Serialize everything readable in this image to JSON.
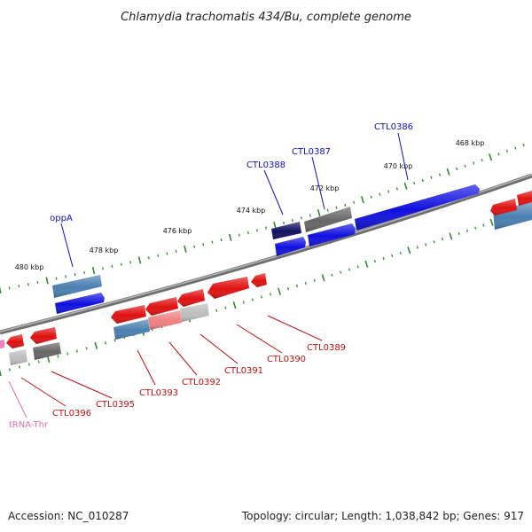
{
  "title": "Chlamydia trachomatis 434/Bu, complete genome",
  "footer": {
    "accession": "Accession: NC_010287",
    "summary": "Topology: circular; Length: 1,038,842 bp; Genes: 917"
  },
  "colors": {
    "backbone": "#8a8a8a",
    "tick": "#2e8b2e",
    "forward_cds": "#1010e0",
    "reverse_cds": "#e01010",
    "steelblue_feature": "#4a7fb0",
    "gray_feature": "#666666",
    "lightgray_feature": "#bdbdbd",
    "navy_feature": "#101060",
    "pink_feature": "#f08080",
    "trna": "#f080c0",
    "forward_label": "#1010c0",
    "reverse_label": "#c01010",
    "trna_label": "#e070b0"
  },
  "scale_ticks": [
    {
      "text": "468 kbp"
    },
    {
      "text": "470 kbp"
    },
    {
      "text": "472 kbp"
    },
    {
      "text": "474 kbp"
    },
    {
      "text": "476 kbp"
    },
    {
      "text": "478 kbp"
    },
    {
      "text": "480 kbp"
    }
  ],
  "gene_labels": [
    {
      "text": "CTL0386",
      "strand": "forward"
    },
    {
      "text": "CTL0387",
      "strand": "forward"
    },
    {
      "text": "CTL0388",
      "strand": "forward"
    },
    {
      "text": "oppA",
      "strand": "forward"
    },
    {
      "text": "CTL0389",
      "strand": "reverse"
    },
    {
      "text": "CTL0390",
      "strand": "reverse"
    },
    {
      "text": "CTL0391",
      "strand": "reverse"
    },
    {
      "text": "CTL0392",
      "strand": "reverse"
    },
    {
      "text": "CTL0393",
      "strand": "reverse"
    },
    {
      "text": "CTL0395",
      "strand": "reverse"
    },
    {
      "text": "CTL0396",
      "strand": "reverse"
    },
    {
      "text": "tRNA-Thr",
      "strand": "trna"
    }
  ]
}
